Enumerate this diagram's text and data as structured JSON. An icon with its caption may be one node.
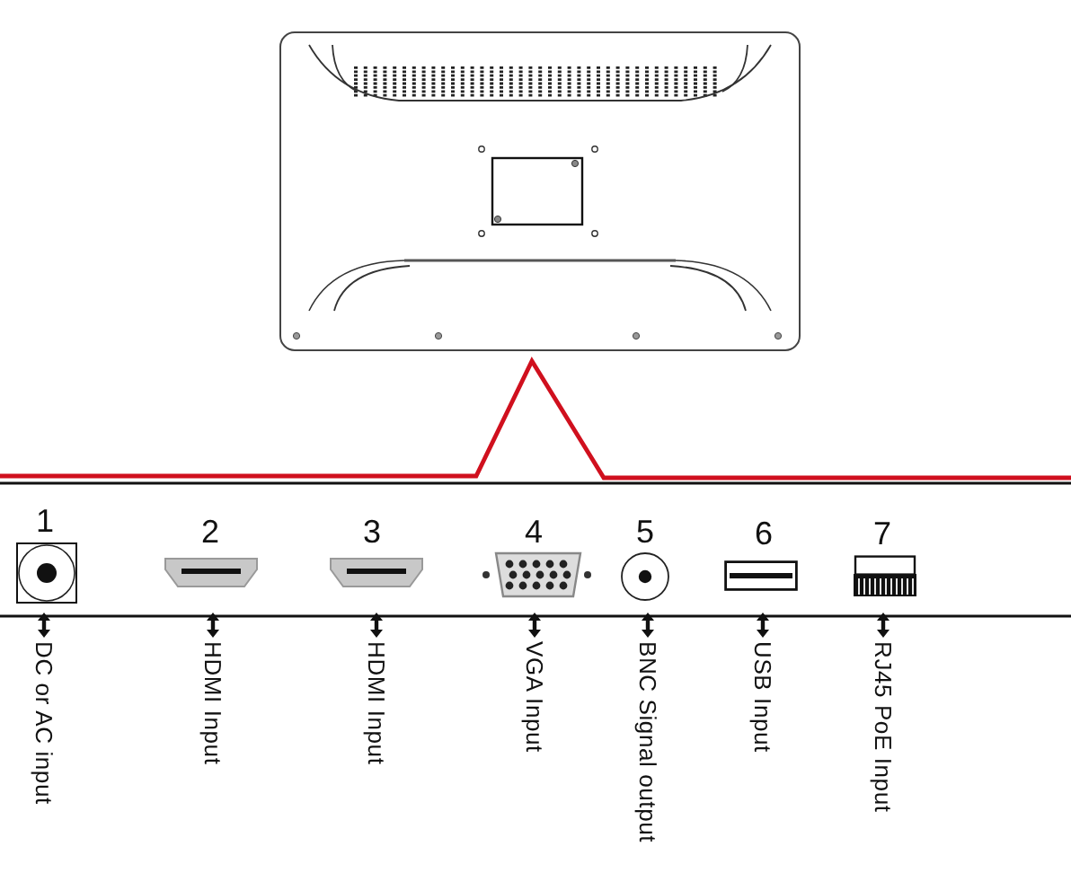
{
  "diagram": {
    "labels": [
      "1",
      "2",
      "3",
      "4",
      "5",
      "6",
      "7",
      "DC or AC input",
      "HDMI Input",
      "HDMI Input",
      "VGA Input",
      "BNC Signal output",
      "USB Input",
      "RJ45 PoE Input"
    ]
  }
}
